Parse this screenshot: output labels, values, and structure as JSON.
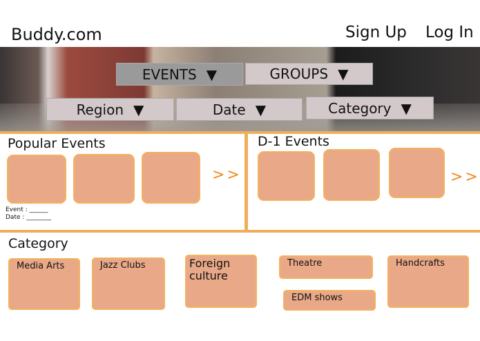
{
  "header": {
    "logo": "Buddy.com",
    "sign_up": "Sign Up",
    "log_in": "Log In"
  },
  "nav": {
    "events": "EVENTS",
    "groups": "GROUPS",
    "region": "Region",
    "date": "Date",
    "category": "Category",
    "arrow": "▼"
  },
  "popular": {
    "title": "Popular Events",
    "more": ">>",
    "event_label": "Event : ______",
    "date_label": "Date : ________"
  },
  "d1": {
    "title": "D-1 Events",
    "more": ">>"
  },
  "categories": {
    "title": "Category",
    "items": [
      "Media Arts",
      "Jazz Clubs",
      "Foreign culture",
      "Theatre",
      "EDM shows",
      "Handcrafts"
    ]
  },
  "colors": {
    "accent": "#f0ae5a",
    "card": "#e9a988",
    "more": "#f08a1a"
  }
}
